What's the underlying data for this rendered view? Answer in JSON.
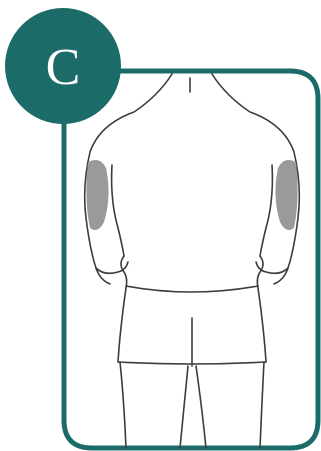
{
  "badge": {
    "letter": "C"
  },
  "colors": {
    "accent": "#1b6b68",
    "injection_site": "#9a9a9a",
    "outline": "#3c3c3c",
    "background": "#ffffff"
  },
  "figure": {
    "view": "back",
    "highlighted_sites": [
      "left-upper-arm-back",
      "right-upper-arm-back"
    ]
  }
}
